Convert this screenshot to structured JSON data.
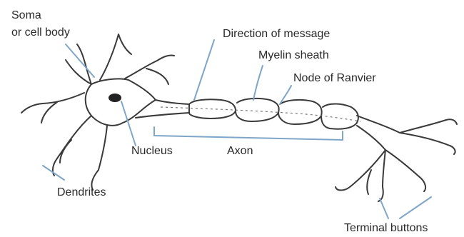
{
  "labels": {
    "soma_line1": "Soma",
    "soma_line2": "or cell body",
    "direction": "Direction of message",
    "myelin": "Myelin sheath",
    "node": "Node of Ranvier",
    "nucleus": "Nucleus",
    "axon": "Axon",
    "dendrites": "Dendrites",
    "terminal": "Terminal buttons"
  },
  "colors": {
    "outline": "#3a3a3a",
    "callout": "#7fa6c8",
    "nucleus": "#222222",
    "text": "#2a2a2a"
  }
}
